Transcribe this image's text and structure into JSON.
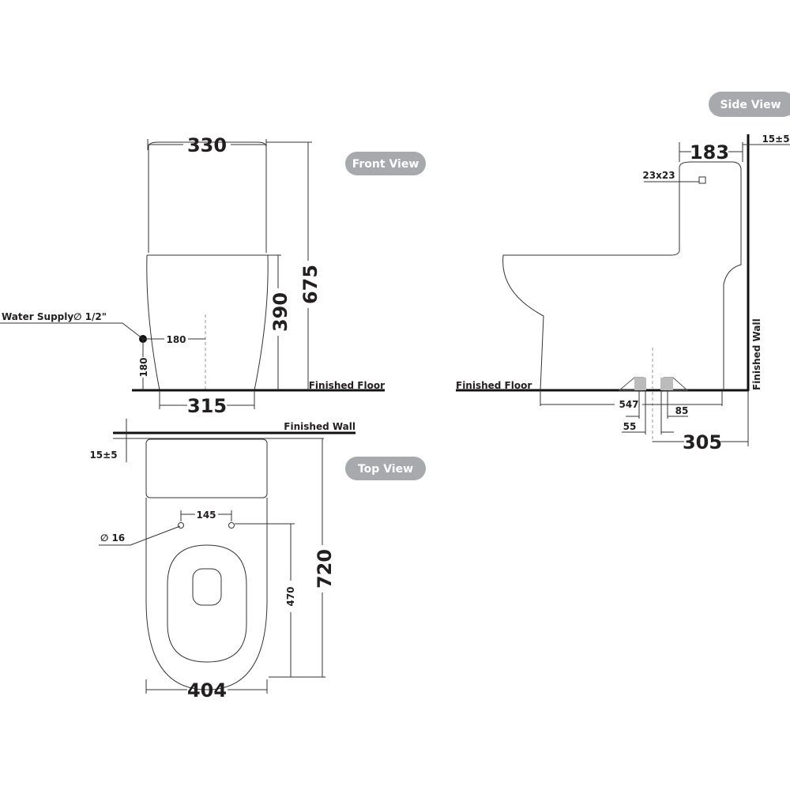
{
  "front_view": {
    "title": "Front View",
    "width_top": "330",
    "height_total": "675",
    "height_bowl": "390",
    "width_base": "315",
    "water_supply": "Water Supply∅ 1/2\"",
    "supply_offset": "180",
    "supply_height": "180",
    "floor_label": "Finished Floor"
  },
  "top_view": {
    "title": "Top View",
    "wall_label": "Finished Wall",
    "wall_gap": "15±5",
    "hole_spacing": "145",
    "hole_diameter": "∅ 16",
    "seat_depth": "470",
    "total_depth": "720",
    "width": "404"
  },
  "side_view": {
    "title": "Side View",
    "wall_gap": "15±5",
    "tank_depth": "183",
    "button_size": "23x23",
    "floor_label": "Finished Floor",
    "wall_label": "Finished Wall",
    "base_length": "547",
    "outlet_outer": "85",
    "outlet_inner": "55",
    "rough_in": "305"
  },
  "colors": {
    "pill": "#a7a9ac",
    "line": "#231f20"
  }
}
